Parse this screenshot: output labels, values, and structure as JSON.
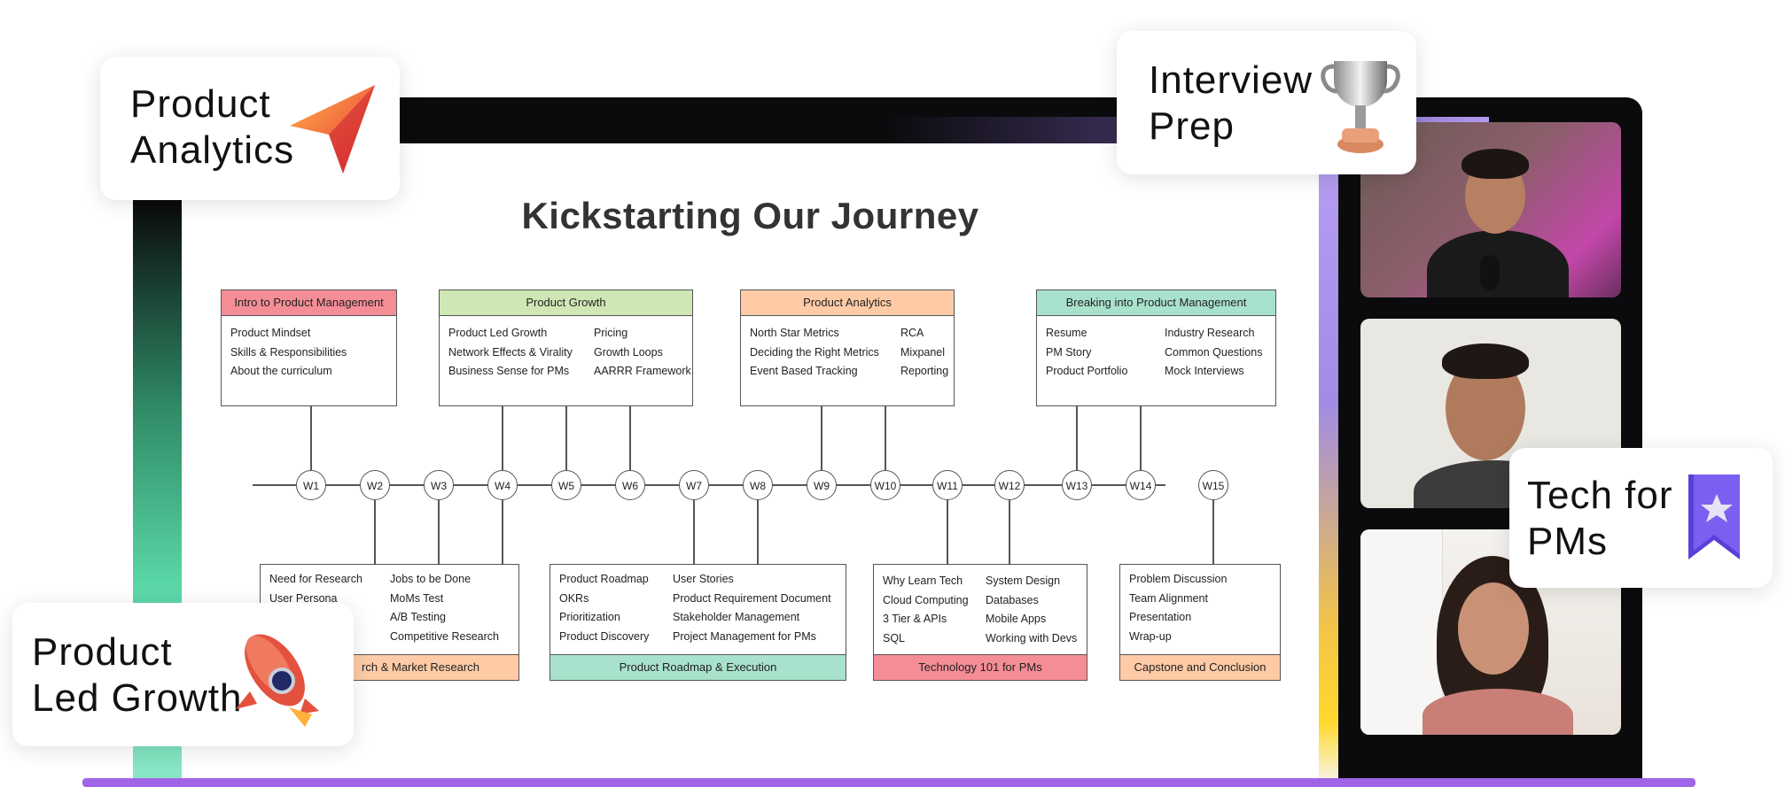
{
  "slide": {
    "title": "Kickstarting Our Journey",
    "top_modules": [
      {
        "header": "Intro to Product Management",
        "color": "#f58d96",
        "col1": [
          "Product Mindset",
          "Skills & Responsibilities",
          "About the curriculum"
        ],
        "col2": []
      },
      {
        "header": "Product Growth",
        "color": "#cfe7b4",
        "col1": [
          "Product Led Growth",
          "Network Effects & Virality",
          "Business Sense for PMs"
        ],
        "col2": [
          "Pricing",
          "Growth Loops",
          "AARRR Framework"
        ]
      },
      {
        "header": "Product Analytics",
        "color": "#fecba6",
        "col1": [
          "North Star Metrics",
          "Deciding the Right Metrics",
          "Event Based Tracking"
        ],
        "col2": [
          "RCA",
          "Mixpanel",
          "Reporting"
        ]
      },
      {
        "header": "Breaking into Product Management",
        "color": "#a9e2cc",
        "col1": [
          "Resume",
          "PM Story",
          "Product Portfolio"
        ],
        "col2": [
          "Industry Research",
          "Common Questions",
          "Mock Interviews"
        ]
      }
    ],
    "weeks": [
      "W1",
      "W2",
      "W3",
      "W4",
      "W5",
      "W6",
      "W7",
      "W8",
      "W9",
      "W10",
      "W11",
      "W12",
      "W13",
      "W14",
      "W15"
    ],
    "bottom_modules": [
      {
        "footer": "Customer & Market Research",
        "footer_visible": "rch & Market Research",
        "color": "#fecba6",
        "col1": [
          "Need for Research",
          "User Persona"
        ],
        "col2": [
          "Jobs to be Done",
          "MoMs Test",
          "A/B Testing",
          "Competitive Research"
        ]
      },
      {
        "footer": "Product Roadmap & Execution",
        "color": "#a9e2cc",
        "col1": [
          "Product Roadmap",
          "OKRs",
          "Prioritization",
          "Product Discovery"
        ],
        "col2": [
          "User Stories",
          "Product Requirement Document",
          "Stakeholder Management",
          "Project Management for PMs"
        ]
      },
      {
        "footer": "Technology 101 for PMs",
        "color": "#f58d96",
        "col1": [
          "Why Learn Tech",
          "Cloud Computing",
          "3 Tier & APIs",
          "SQL"
        ],
        "col2": [
          "System Design",
          "Databases",
          "Mobile Apps",
          "Working with Devs"
        ]
      },
      {
        "footer": "Capstone and Conclusion",
        "color": "#fecba6",
        "col1": [
          "Problem Discussion",
          "Team Alignment",
          "Presentation",
          "Wrap-up"
        ],
        "col2": []
      }
    ]
  },
  "badges": {
    "product_analytics": "Product\nAnalytics",
    "interview_prep": "Interview\nPrep",
    "tech_for_pms": "Tech for\nPMs",
    "product_led_growth": "Product\nLed Growth"
  },
  "icons": {
    "product_analytics": "paper-plane-icon",
    "interview_prep": "trophy-icon",
    "tech_for_pms": "bookmark-star-icon",
    "product_led_growth": "rocket-icon"
  },
  "colors": {
    "accent_purple": "#a064e8",
    "strip_green": "#59d6a6",
    "strip_yellow": "#ffd92f"
  }
}
